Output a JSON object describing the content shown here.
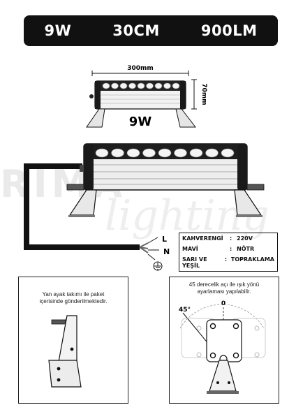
{
  "banner": {
    "power": "9W",
    "length": "30CM",
    "lumen": "900LM"
  },
  "small_diagram": {
    "width_label": "300mm",
    "height_label": "70mm",
    "power_label": "9W"
  },
  "connection": {
    "live": "L",
    "neutral": "N"
  },
  "wiring": [
    {
      "color": "KAHVERENGİ",
      "sep": ":",
      "value": "220V"
    },
    {
      "color": "MAVİ",
      "sep": ":",
      "value": "NÖTR"
    },
    {
      "color": "SARI VE YEŞİL",
      "sep": ":",
      "value": "TOPRAKLAMA"
    }
  ],
  "bracket_box": {
    "text_line1": "Yan ayak takımı ile paket",
    "text_line2": "içerisinde gönderilmektedir."
  },
  "angle_box": {
    "text_line1": "45 derecelik açı ile ışık yönü",
    "text_line2": "ayarlaması yapılabilir.",
    "angle_45": "45°",
    "angle_0": "0"
  },
  "watermark": {
    "brand": "RIMA",
    "sub": "lighting"
  }
}
